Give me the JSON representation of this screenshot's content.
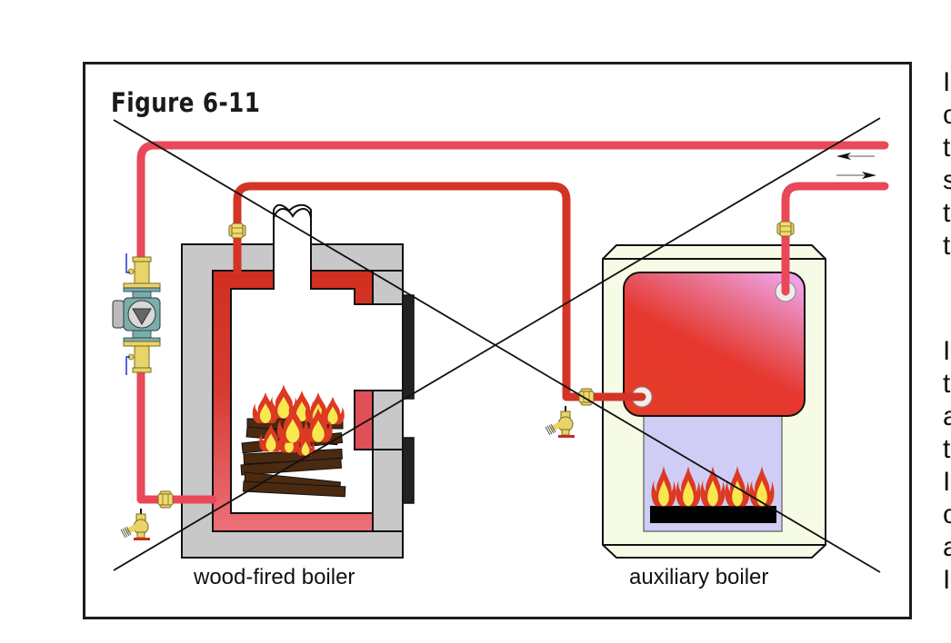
{
  "figure": {
    "title": "Figure 6-11",
    "crossed_out": true
  },
  "labels": {
    "wood_boiler": "wood-fired boiler",
    "aux_boiler": "auxiliary boiler"
  },
  "flow_arrows": {
    "upper": "leftward (return)",
    "lower": "rightward (supply)"
  },
  "components": [
    "circulator-pump",
    "isolation-flange-valves",
    "unions",
    "drain-valves",
    "wood-fired-boiler",
    "auxiliary-boiler",
    "gas-burner-flames",
    "firewood-logs",
    "chimney-flue"
  ],
  "side_text_fragments": [
    "I",
    "c",
    "t",
    "s",
    "t",
    "t",
    "I",
    "t",
    "a",
    "t",
    "I",
    "c",
    "a",
    "I"
  ],
  "colors": {
    "pipe_supply": "#e84858",
    "pipe_hot": "#d43426",
    "boiler_jacket": "#c8c8c8",
    "aux_cabinet": "#f6fbe6",
    "combustion_chamber": "#cfcdf6",
    "brass": "#e8d468",
    "frame": "#1c1c1c"
  }
}
